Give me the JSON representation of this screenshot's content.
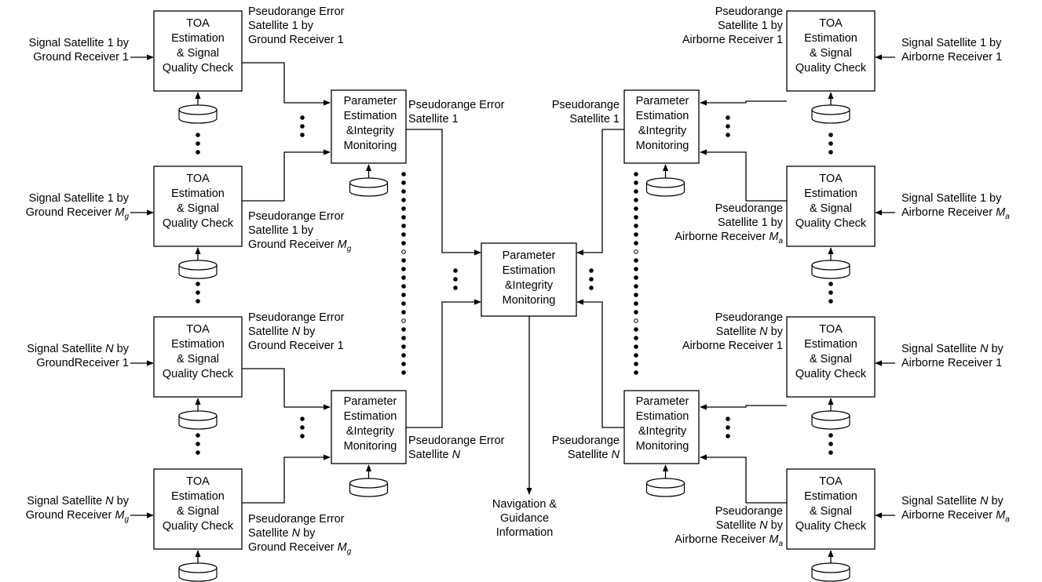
{
  "toa_box": [
    "TOA",
    "Estimation",
    "& Signal",
    "Quality Check"
  ],
  "pem_box": [
    "Parameter",
    "Estimation",
    "&Integrity",
    "Monitoring"
  ],
  "central_box": [
    "Parameter",
    "Estimation",
    "&Integrity",
    "Monitoring"
  ],
  "ground_inputs": [
    {
      "lines": [
        "Signal Satellite 1 by",
        "Ground Receiver 1"
      ]
    },
    {
      "lines": [
        "Signal Satellite 1 by",
        "Ground Receiver M"
      ],
      "sub": "g"
    },
    {
      "lines": [
        "Signal Satellite N by",
        "GroundReceiver 1"
      ]
    },
    {
      "lines": [
        "Signal Satellite N by",
        "Ground Receiver M"
      ],
      "sub": "g"
    }
  ],
  "ground_outputs": [
    {
      "lines": [
        "Pseudorange Error",
        "Satellite 1 by",
        "Ground Receiver 1"
      ]
    },
    {
      "lines": [
        "Pseudorange Error",
        "Satellite 1 by",
        "Ground Receiver M"
      ],
      "sub": "g"
    },
    {
      "lines": [
        "Pseudorange Error",
        "Satellite N by",
        "Ground Receiver 1"
      ]
    },
    {
      "lines": [
        "Pseudorange Error",
        "Satellite N by",
        "Ground Receiver M"
      ],
      "sub": "g"
    }
  ],
  "ground_pem_outputs": [
    {
      "lines": [
        "Pseudorange Error",
        "Satellite 1"
      ]
    },
    {
      "lines": [
        "Pseudorange Error",
        "Satellite N"
      ]
    }
  ],
  "air_inputs": [
    {
      "lines": [
        "Signal Satellite 1 by",
        "Airborne Receiver 1"
      ]
    },
    {
      "lines": [
        "Signal Satellite 1 by",
        "Airborne Receiver M"
      ],
      "sub": "a"
    },
    {
      "lines": [
        "Signal Satellite N by",
        "Airborne Receiver 1"
      ]
    },
    {
      "lines": [
        "Signal Satellite N by",
        "Airborne Receiver M"
      ],
      "sub": "a"
    }
  ],
  "air_outputs": [
    {
      "lines": [
        "Pseudorange",
        "Satellite 1 by",
        "Airborne Receiver 1"
      ]
    },
    {
      "lines": [
        "Pseudorange",
        "Satellite 1 by",
        "Airborne Receiver M"
      ],
      "sub": "a"
    },
    {
      "lines": [
        "Pseudorange",
        "Satellite N by",
        "Airborne Receiver 1"
      ]
    },
    {
      "lines": [
        "Pseudorange",
        "Satellite N by",
        "Airborne Receiver M"
      ],
      "sub": "a"
    }
  ],
  "air_pem_outputs": [
    {
      "lines": [
        "Pseudorange",
        "Satellite 1"
      ]
    },
    {
      "lines": [
        "Pseudorange",
        "Satellite N"
      ]
    }
  ],
  "final_output": [
    "Navigation &",
    "Guidance",
    "Information"
  ]
}
